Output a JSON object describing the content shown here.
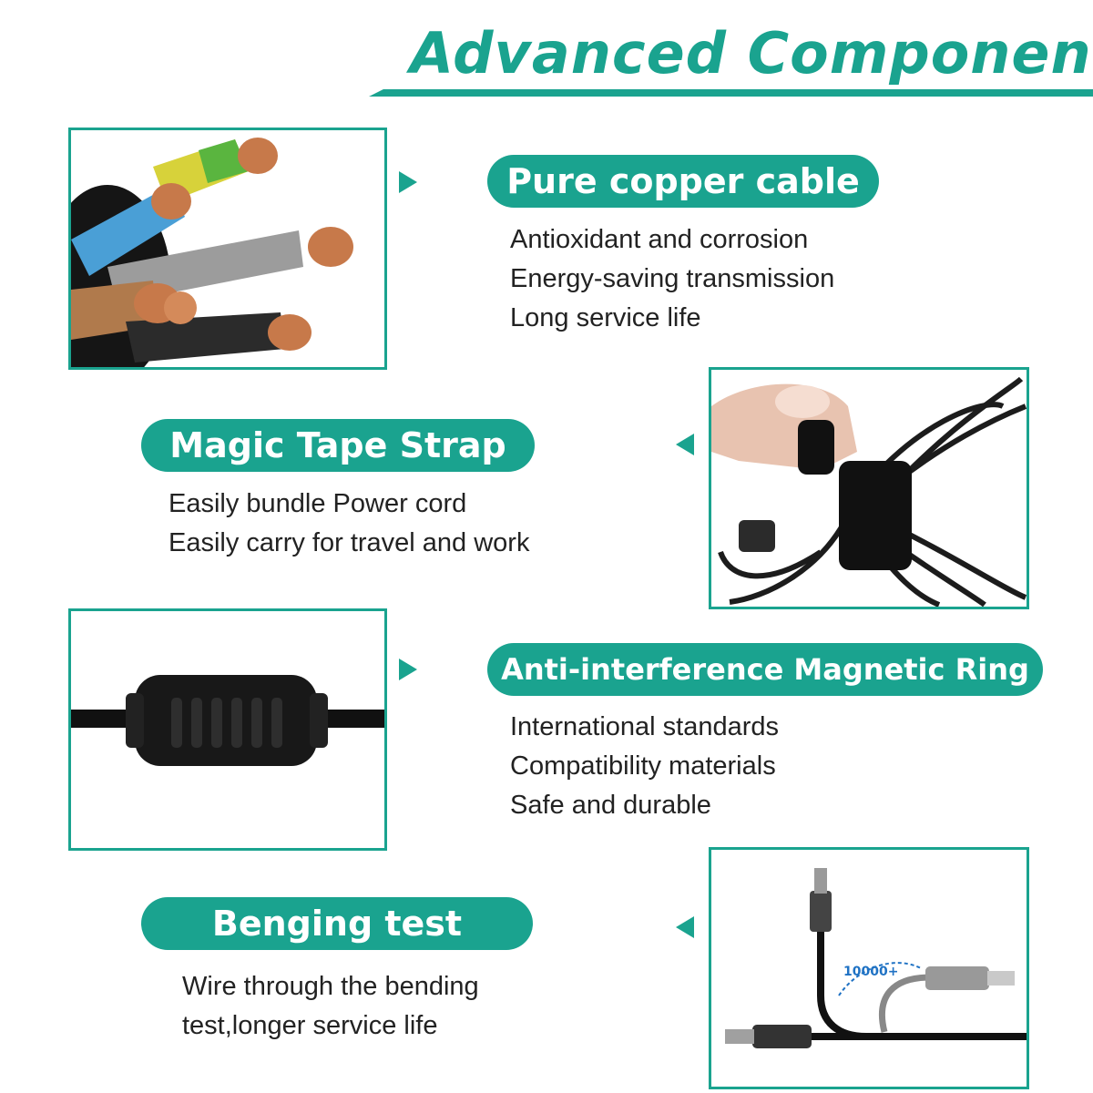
{
  "page": {
    "title": "Advanced Component",
    "accent_color": "#1aa38f"
  },
  "features": [
    {
      "label": "Pure copper cable",
      "image": "copper-wires-image",
      "lines": [
        "Antioxidant and corrosion",
        "Energy-saving transmission",
        "Long service life"
      ]
    },
    {
      "label": "Magic Tape Strap",
      "image": "velcro-strap-image",
      "lines": [
        "Easily bundle Power cord",
        "Easily carry for travel and work"
      ]
    },
    {
      "label": "Anti-interference Magnetic Ring",
      "image": "ferrite-ring-image",
      "lines": [
        "International standards",
        "Compatibility materials",
        "Safe and durable"
      ]
    },
    {
      "label": "Benging test",
      "image": "bending-test-image",
      "image_text": "10000+",
      "lines": [
        "Wire through the bending",
        "test,longer service life"
      ]
    }
  ]
}
